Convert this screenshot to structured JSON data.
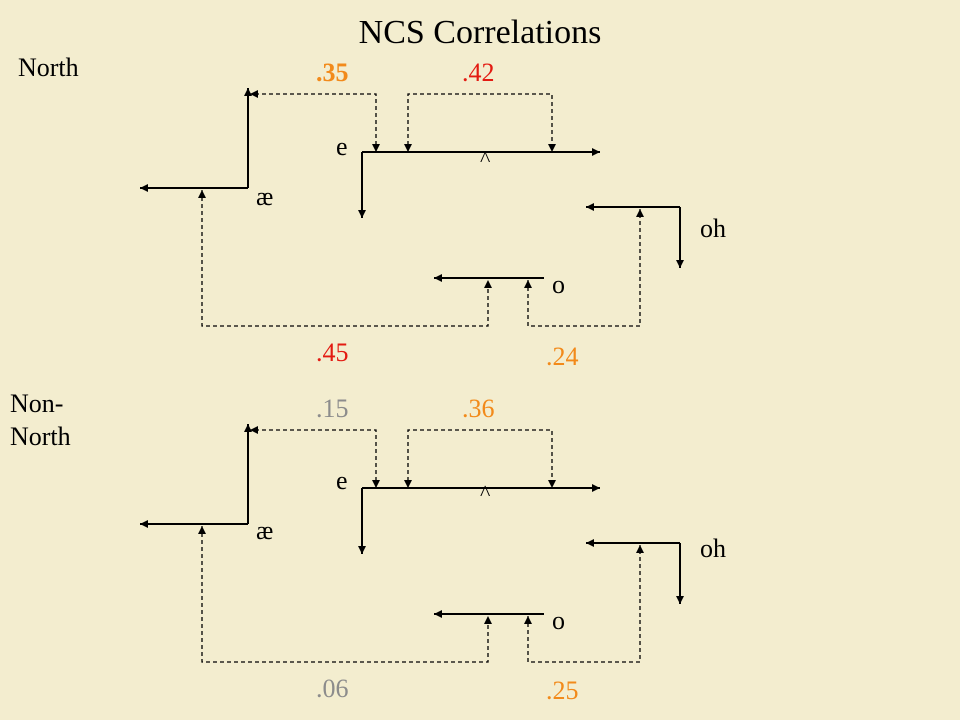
{
  "title": "NCS Correlations",
  "colors": {
    "background": "#f3edcf",
    "strong": "#e31b12",
    "medium": "#f28a1a",
    "weak": "#8c8c8c",
    "line": "#000000"
  },
  "panels": [
    {
      "region_label": "North",
      "vowels": {
        "ae": "æ",
        "e": "e",
        "caret": "^",
        "oh": "oh",
        "o": "o"
      },
      "correlations": [
        {
          "pair": "æ–e",
          "value": ".35",
          "strength": "medium"
        },
        {
          "pair": "e–^",
          "value": ".42",
          "strength": "strong"
        },
        {
          "pair": "æ–o",
          "value": ".45",
          "strength": "strong"
        },
        {
          "pair": "o–oh",
          "value": ".24",
          "strength": "medium"
        }
      ]
    },
    {
      "region_label": "Non- North",
      "vowels": {
        "ae": "æ",
        "e": "e",
        "caret": "^",
        "oh": "oh",
        "o": "o"
      },
      "correlations": [
        {
          "pair": "æ–e",
          "value": ".15",
          "strength": "weak"
        },
        {
          "pair": "e–^",
          "value": ".36",
          "strength": "medium"
        },
        {
          "pair": "æ–o",
          "value": ".06",
          "strength": "weak"
        },
        {
          "pair": "o–oh",
          "value": ".25",
          "strength": "medium"
        }
      ]
    }
  ]
}
